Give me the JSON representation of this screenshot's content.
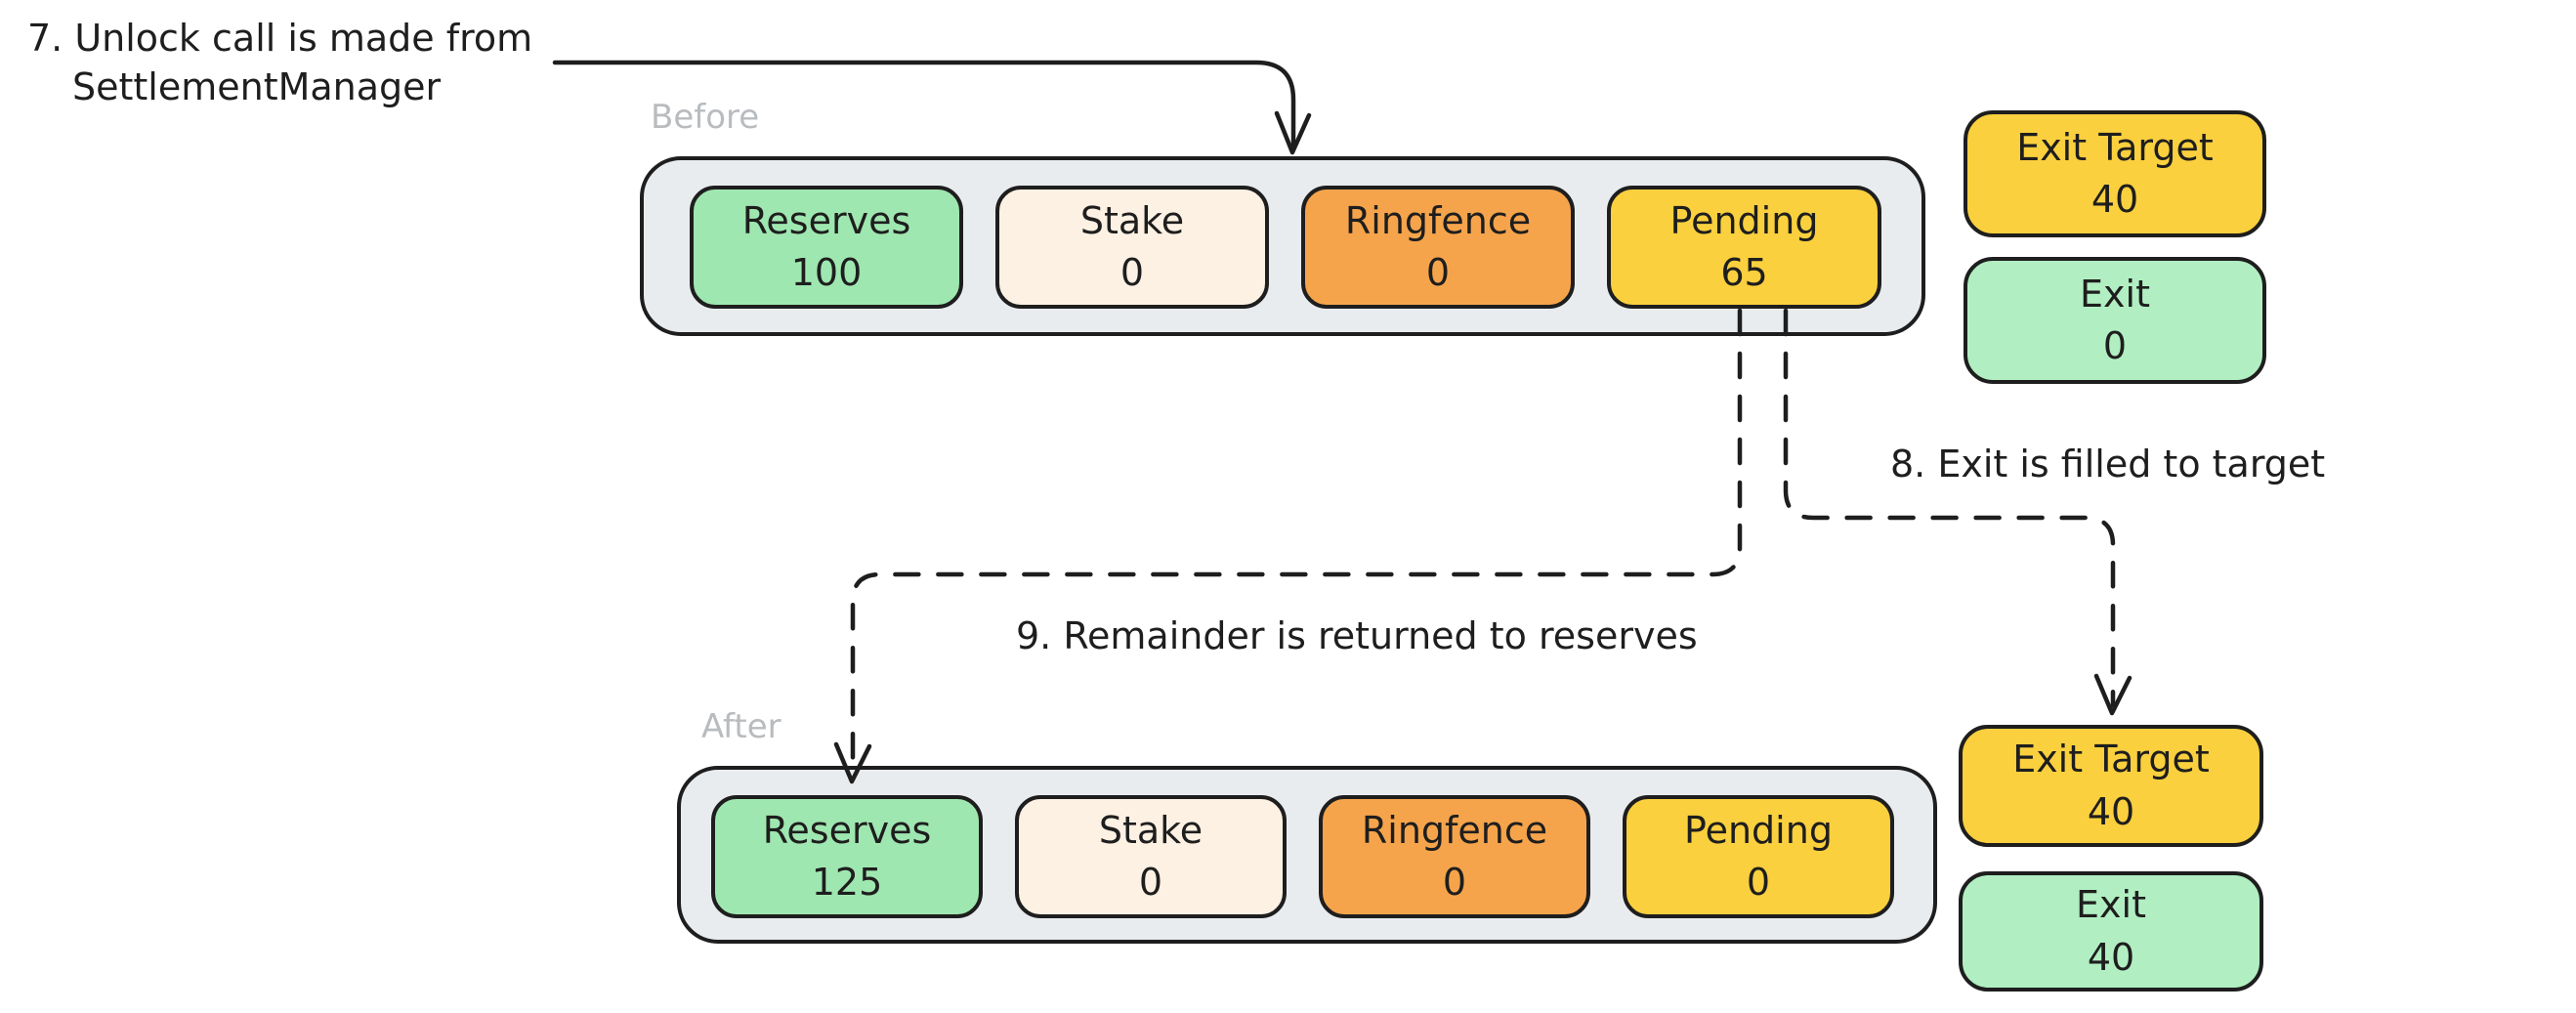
{
  "colors": {
    "stroke": "#1e1e1e",
    "container_fill": "#e9ecef",
    "reserves_green": "#9fe7b0",
    "exit_green": "#b1efc2",
    "stake_cream": "#fdf1e3",
    "ringfence_orange": "#f6a44b",
    "pending_yellow": "#fbd03e",
    "state_label_gray": "#b9bcbf"
  },
  "annotations": {
    "unlock": {
      "lines": [
        "7. Unlock call is made from",
        "SettlementManager"
      ]
    },
    "exit_filled": "8. Exit is filled to target",
    "remainder": "9. Remainder is returned to reserves"
  },
  "before": {
    "label": "Before",
    "slots": [
      {
        "name": "Reserves",
        "value": "100"
      },
      {
        "name": "Stake",
        "value": "0"
      },
      {
        "name": "Ringfence",
        "value": "0"
      },
      {
        "name": "Pending",
        "value": "65"
      }
    ],
    "exit_target": {
      "name": "Exit Target",
      "value": "40"
    },
    "exit": {
      "name": "Exit",
      "value": "0"
    }
  },
  "after": {
    "label": "After",
    "slots": [
      {
        "name": "Reserves",
        "value": "125"
      },
      {
        "name": "Stake",
        "value": "0"
      },
      {
        "name": "Ringfence",
        "value": "0"
      },
      {
        "name": "Pending",
        "value": "0"
      }
    ],
    "exit_target": {
      "name": "Exit Target",
      "value": "40"
    },
    "exit": {
      "name": "Exit",
      "value": "40"
    }
  }
}
